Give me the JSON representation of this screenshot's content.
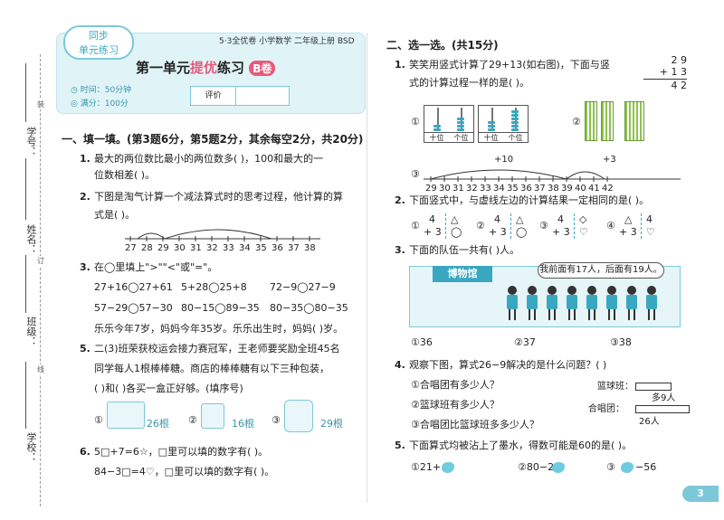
{
  "binding": {
    "student_id_label": "学号：",
    "name_label": "姓名：",
    "class_label": "班级：",
    "school_label": "学校：",
    "cut_chars": [
      "装",
      "订",
      "线"
    ]
  },
  "header": {
    "badge_top": "同步",
    "badge_bottom": "单元练习",
    "series": "5·3全优卷 小学数学 二年级上册 BSD",
    "title_a": "第一单元",
    "title_b": "提优",
    "title_c": "练习",
    "title_tag": "B卷",
    "time": "时间：50分钟",
    "score": "满分：100分",
    "rating": "评价"
  },
  "part1": {
    "heading": "一、填一填。(第3题6分，第5题2分，其余每空2分，共20分)",
    "q1_a": "最大的两位数比最小的两位数多(     )，100和最大的一",
    "q1_b": "位数相差(     )。",
    "q2_a": "下图是淘气计算一个减法算式时的思考过程，他计算的算",
    "q2_b": "式是(          )。",
    "number_line": [
      "27",
      "28",
      "29",
      "30",
      "31",
      "32",
      "33",
      "34",
      "35",
      "36",
      "37",
      "38"
    ],
    "q3": "在◯里填上\">\"\"<\"或\"=\"。",
    "q3_rows": [
      [
        "27+16◯27+61",
        "5+28◯25+8",
        "72−9◯27−9"
      ],
      [
        "57−29◯57−30",
        "80−15◯89−35",
        "80−35◯80−35"
      ]
    ],
    "q4": "乐乐今年7岁，妈妈今年35岁。乐乐出生时，妈妈(     )岁。",
    "q5_a": "二(3)班荣获校运会接力赛冠军，王老师要奖励全班45名",
    "q5_b": "同学每人1根棒棒糖。商店的棒棒糖有以下三种包装，",
    "q5_c": "(     )和(     )各买一盒正好够。(填序号)",
    "q5_options": [
      {
        "tag": "①",
        "count": "26根"
      },
      {
        "tag": "②",
        "count": "16根"
      },
      {
        "tag": "③",
        "count": "29根"
      }
    ],
    "q6_a": "5□+7=6☆，□里可以填的数字有(                )。",
    "q6_b": "84−3□=4♡，□里可以填的数字有(                )。",
    "nums": [
      "1.",
      "2.",
      "3.",
      "4.",
      "5.",
      "6."
    ]
  },
  "part2": {
    "heading": "二、选一选。(共15分)",
    "q1_a": "笑笑用竖式计算了29+13(如右图)，下面与竖",
    "q1_b": "式的计算过程一样的是(     )。",
    "vertical_calc": [
      "2 9",
      "+ 1 3",
      "4 2"
    ],
    "abacus_labels": [
      "十位",
      "个位"
    ],
    "opt1": "①",
    "opt2": "②",
    "opt3": "③",
    "nl_jump1": "+10",
    "nl_jump2": "+3",
    "nl_ticks": [
      "29",
      "30",
      "31",
      "32",
      "33",
      "34",
      "35",
      "36",
      "37",
      "38",
      "39",
      "40",
      "41",
      "42"
    ],
    "q2": "下面竖式中，与虚线左边的计算结果一定相同的是(     )。",
    "q2_items": [
      [
        "4",
        "+ 3",
        "△",
        "◯"
      ],
      [
        "4",
        "+ 3",
        "△",
        "◯"
      ],
      [
        "4",
        "+ 3",
        "◇",
        "♡"
      ],
      [
        "△",
        "+ 3",
        "4",
        "♡"
      ]
    ],
    "q3": "下面的队伍一共有(     )人。",
    "museum": "博物馆",
    "speech": "我前面有17人，后面有19人。",
    "q3_opts": [
      "①36",
      "②37",
      "③38"
    ],
    "q4": "观察下图，算式26−9解决的是什么问题？(     )",
    "q4_opts": [
      "①合唱团有多少人？",
      "②篮球班有多少人？",
      "③合唱团比篮球班多多少人？"
    ],
    "q4_bar_a": "篮球班：",
    "q4_bar_b": "合唱团：",
    "q4_more": "多9人",
    "q4_total": "26人",
    "q5": "下面算式均被沾上了墨水，得数可能是60的是(     )。",
    "q5_opts": [
      "①21+",
      "②80−2",
      "③",
      "−56"
    ],
    "nums": [
      "1.",
      "2.",
      "3.",
      "4.",
      "5."
    ]
  },
  "page_number": "3"
}
